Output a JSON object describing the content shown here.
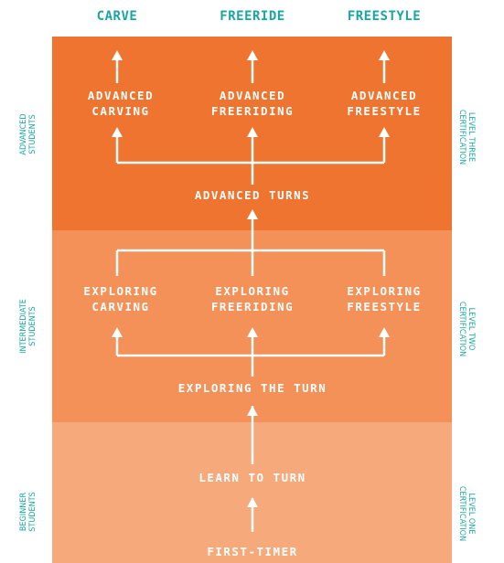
{
  "top_labels": {
    "carve": "CARVE",
    "freeride": "FREERIDE",
    "freestyle": "FREESTYLE"
  },
  "advanced": {
    "carving": "ADVANCED\nCARVING",
    "freeriding": "ADVANCED\nFREERIDING",
    "freestyle": "ADVANCED\nFREESTYLE",
    "turns": "ADVANCED TURNS"
  },
  "intermediate": {
    "carving": "EXPLORING\nCARVING",
    "freeriding": "EXPLORING\nFREERIDING",
    "freestyle": "EXPLORING\nFREESTYLE",
    "turn": "EXPLORING THE TURN"
  },
  "beginner": {
    "learn": "LEARN TO TURN",
    "first": "FIRST-TIMER"
  },
  "left_labels": {
    "advanced": "ADVANCED\nSTUDENTS",
    "intermediate": "INTERMEDIATE\nSTUDENTS",
    "beginner": "BEGINNER\nSTUDENTS"
  },
  "right_labels": {
    "level_three": "LEVEL THREE\nCERTIFICATION",
    "level_two": "LEVEL TWO\nCERTIFICATION",
    "level_one": "LEVEL ONE\nCERTIFICATION"
  },
  "colors": {
    "advanced_band": "#ee7430",
    "intermediate_band": "#f39158",
    "beginner_band": "#f6aa7c",
    "accent_teal": "#1aa5a1",
    "line": "#ffffff"
  }
}
